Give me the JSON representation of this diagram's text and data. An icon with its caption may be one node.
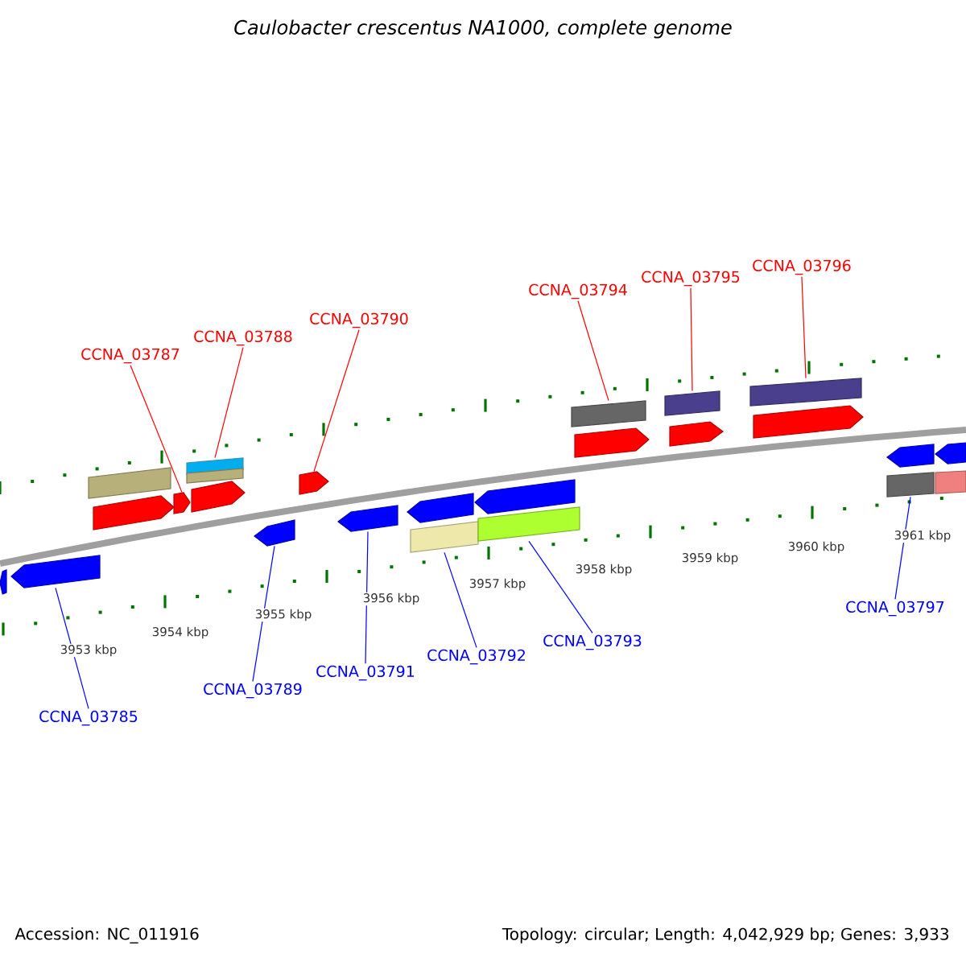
{
  "diagram": {
    "title": "Caulobacter crescentus NA1000, complete genome",
    "nodes": [
      {
        "text": [
          "CCNA_03787"
        ]
      },
      {
        "text": [
          "CCNA_03788"
        ]
      },
      {
        "text": [
          "CCNA_03790"
        ]
      },
      {
        "text": [
          "CCNA_03794"
        ]
      },
      {
        "text": [
          "CCNA_03795"
        ]
      },
      {
        "text": [
          "CCNA_03796"
        ]
      },
      {
        "text": [
          "CCNA_03785"
        ]
      },
      {
        "text": [
          "CCNA_03789"
        ]
      },
      {
        "text": [
          "CCNA_03791"
        ]
      },
      {
        "text": [
          "CCNA_03792"
        ]
      },
      {
        "text": [
          "CCNA_03793"
        ]
      },
      {
        "text": [
          "CCNA_03797"
        ]
      },
      {
        "text": [],
        "shape": "arrow"
      },
      {
        "text": [],
        "shape": "arrow"
      },
      {
        "text": [],
        "shape": "box"
      },
      {
        "text": [],
        "shape": "arrow"
      },
      {
        "text": [],
        "shape": "arrow"
      },
      {
        "text": [],
        "shape": "box"
      },
      {
        "text": [],
        "shape": "box"
      },
      {
        "text": [],
        "shape": "arrow"
      },
      {
        "text": [],
        "shape": "arrow"
      },
      {
        "text": [],
        "shape": "arrow"
      },
      {
        "text": [],
        "shape": "arrow"
      },
      {
        "text": [],
        "shape": "arrow"
      },
      {
        "text": [],
        "shape": "box"
      },
      {
        "text": [],
        "shape": "arrow"
      },
      {
        "text": [],
        "shape": "box"
      },
      {
        "text": [],
        "shape": "box"
      },
      {
        "text": [],
        "shape": "arrow"
      },
      {
        "text": [],
        "shape": "box"
      },
      {
        "text": [],
        "shape": "arrow"
      },
      {
        "text": [],
        "shape": "box"
      },
      {
        "text": [],
        "shape": "arrow"
      },
      {
        "text": [],
        "shape": "arrow"
      },
      {
        "text": [],
        "shape": "box"
      },
      {
        "text": [],
        "shape": "arrow"
      },
      {
        "text": [],
        "shape": "box"
      }
    ],
    "edges": [
      {
        "from": 0,
        "to": 16,
        "arrow": "none",
        "color": "#ff0000"
      },
      {
        "from": 1,
        "to": 17,
        "arrow": "none",
        "color": "#ff0000"
      },
      {
        "from": 2,
        "to": 21,
        "arrow": "none",
        "color": "#ff0000"
      },
      {
        "from": 3,
        "to": 27,
        "arrow": "none",
        "color": "#ff0000"
      },
      {
        "from": 4,
        "to": 29,
        "arrow": "none",
        "color": "#ff0000"
      },
      {
        "from": 5,
        "to": 31,
        "arrow": "none",
        "color": "#ff0000"
      },
      {
        "from": 6,
        "to": 13,
        "arrow": "none",
        "color": "#0000ff"
      },
      {
        "from": 7,
        "to": 20,
        "arrow": "none",
        "color": "#0000ff"
      },
      {
        "from": 8,
        "to": 22,
        "arrow": "none",
        "color": "#0000ff"
      },
      {
        "from": 9,
        "to": 24,
        "arrow": "none",
        "color": "#0000ff"
      },
      {
        "from": 10,
        "to": 26,
        "arrow": "none",
        "color": "#0000ff"
      },
      {
        "from": 11,
        "to": 34,
        "arrow": "none",
        "color": "#0000ff"
      }
    ],
    "labels": [
      "3953 kbp",
      "3954 kbp",
      "3955 kbp",
      "3956 kbp",
      "3957 kbp",
      "3958 kbp",
      "3959 kbp",
      "3960 kbp",
      "3961 kbp",
      "Accession: NC_011916",
      "Topology: circular; Length: 4,042,929 bp; Genes: 3,933"
    ]
  }
}
